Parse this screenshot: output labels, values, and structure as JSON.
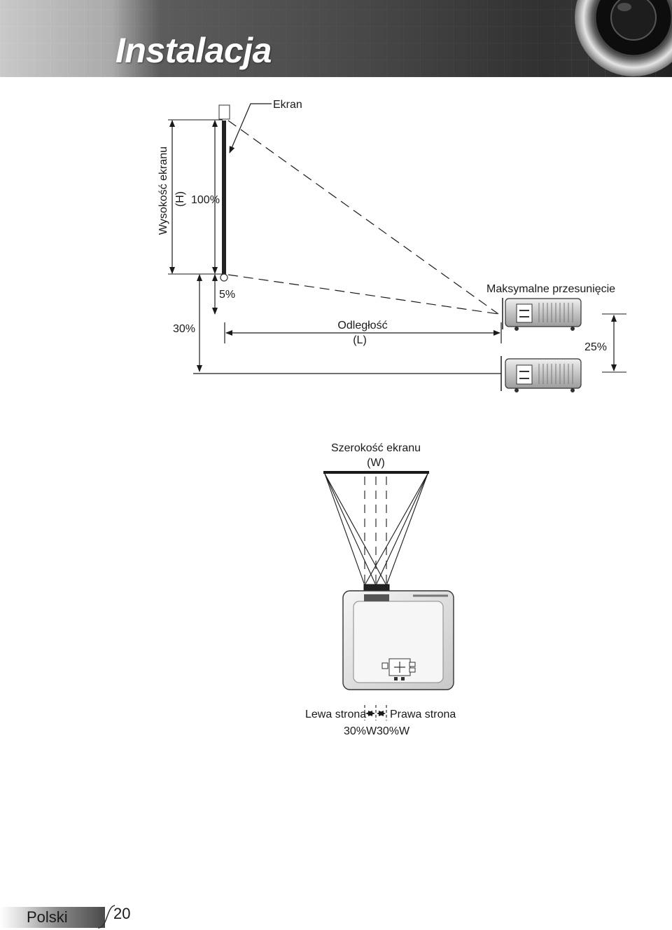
{
  "header": {
    "title": "Instalacja"
  },
  "side_diagram": {
    "screen_label": "Ekran",
    "screen_height_label": "Wysokość ekranu",
    "screen_height_symbol": "(H)",
    "percent_100": "100%",
    "percent_5": "5%",
    "percent_30": "30%",
    "distance_label": "Odległość",
    "distance_symbol": "(L)",
    "max_shift_label": "Maksymalne przesunięcie",
    "percent_25": "25%"
  },
  "top_diagram": {
    "screen_width_label": "Szerokość ekranu",
    "screen_width_symbol": "(W)",
    "left_side_label": "Lewa strona",
    "right_side_label": "Prawa strona",
    "left_shift": "30%W",
    "right_shift": "30%W"
  },
  "footer": {
    "language": "Polski",
    "page_number": "20"
  }
}
